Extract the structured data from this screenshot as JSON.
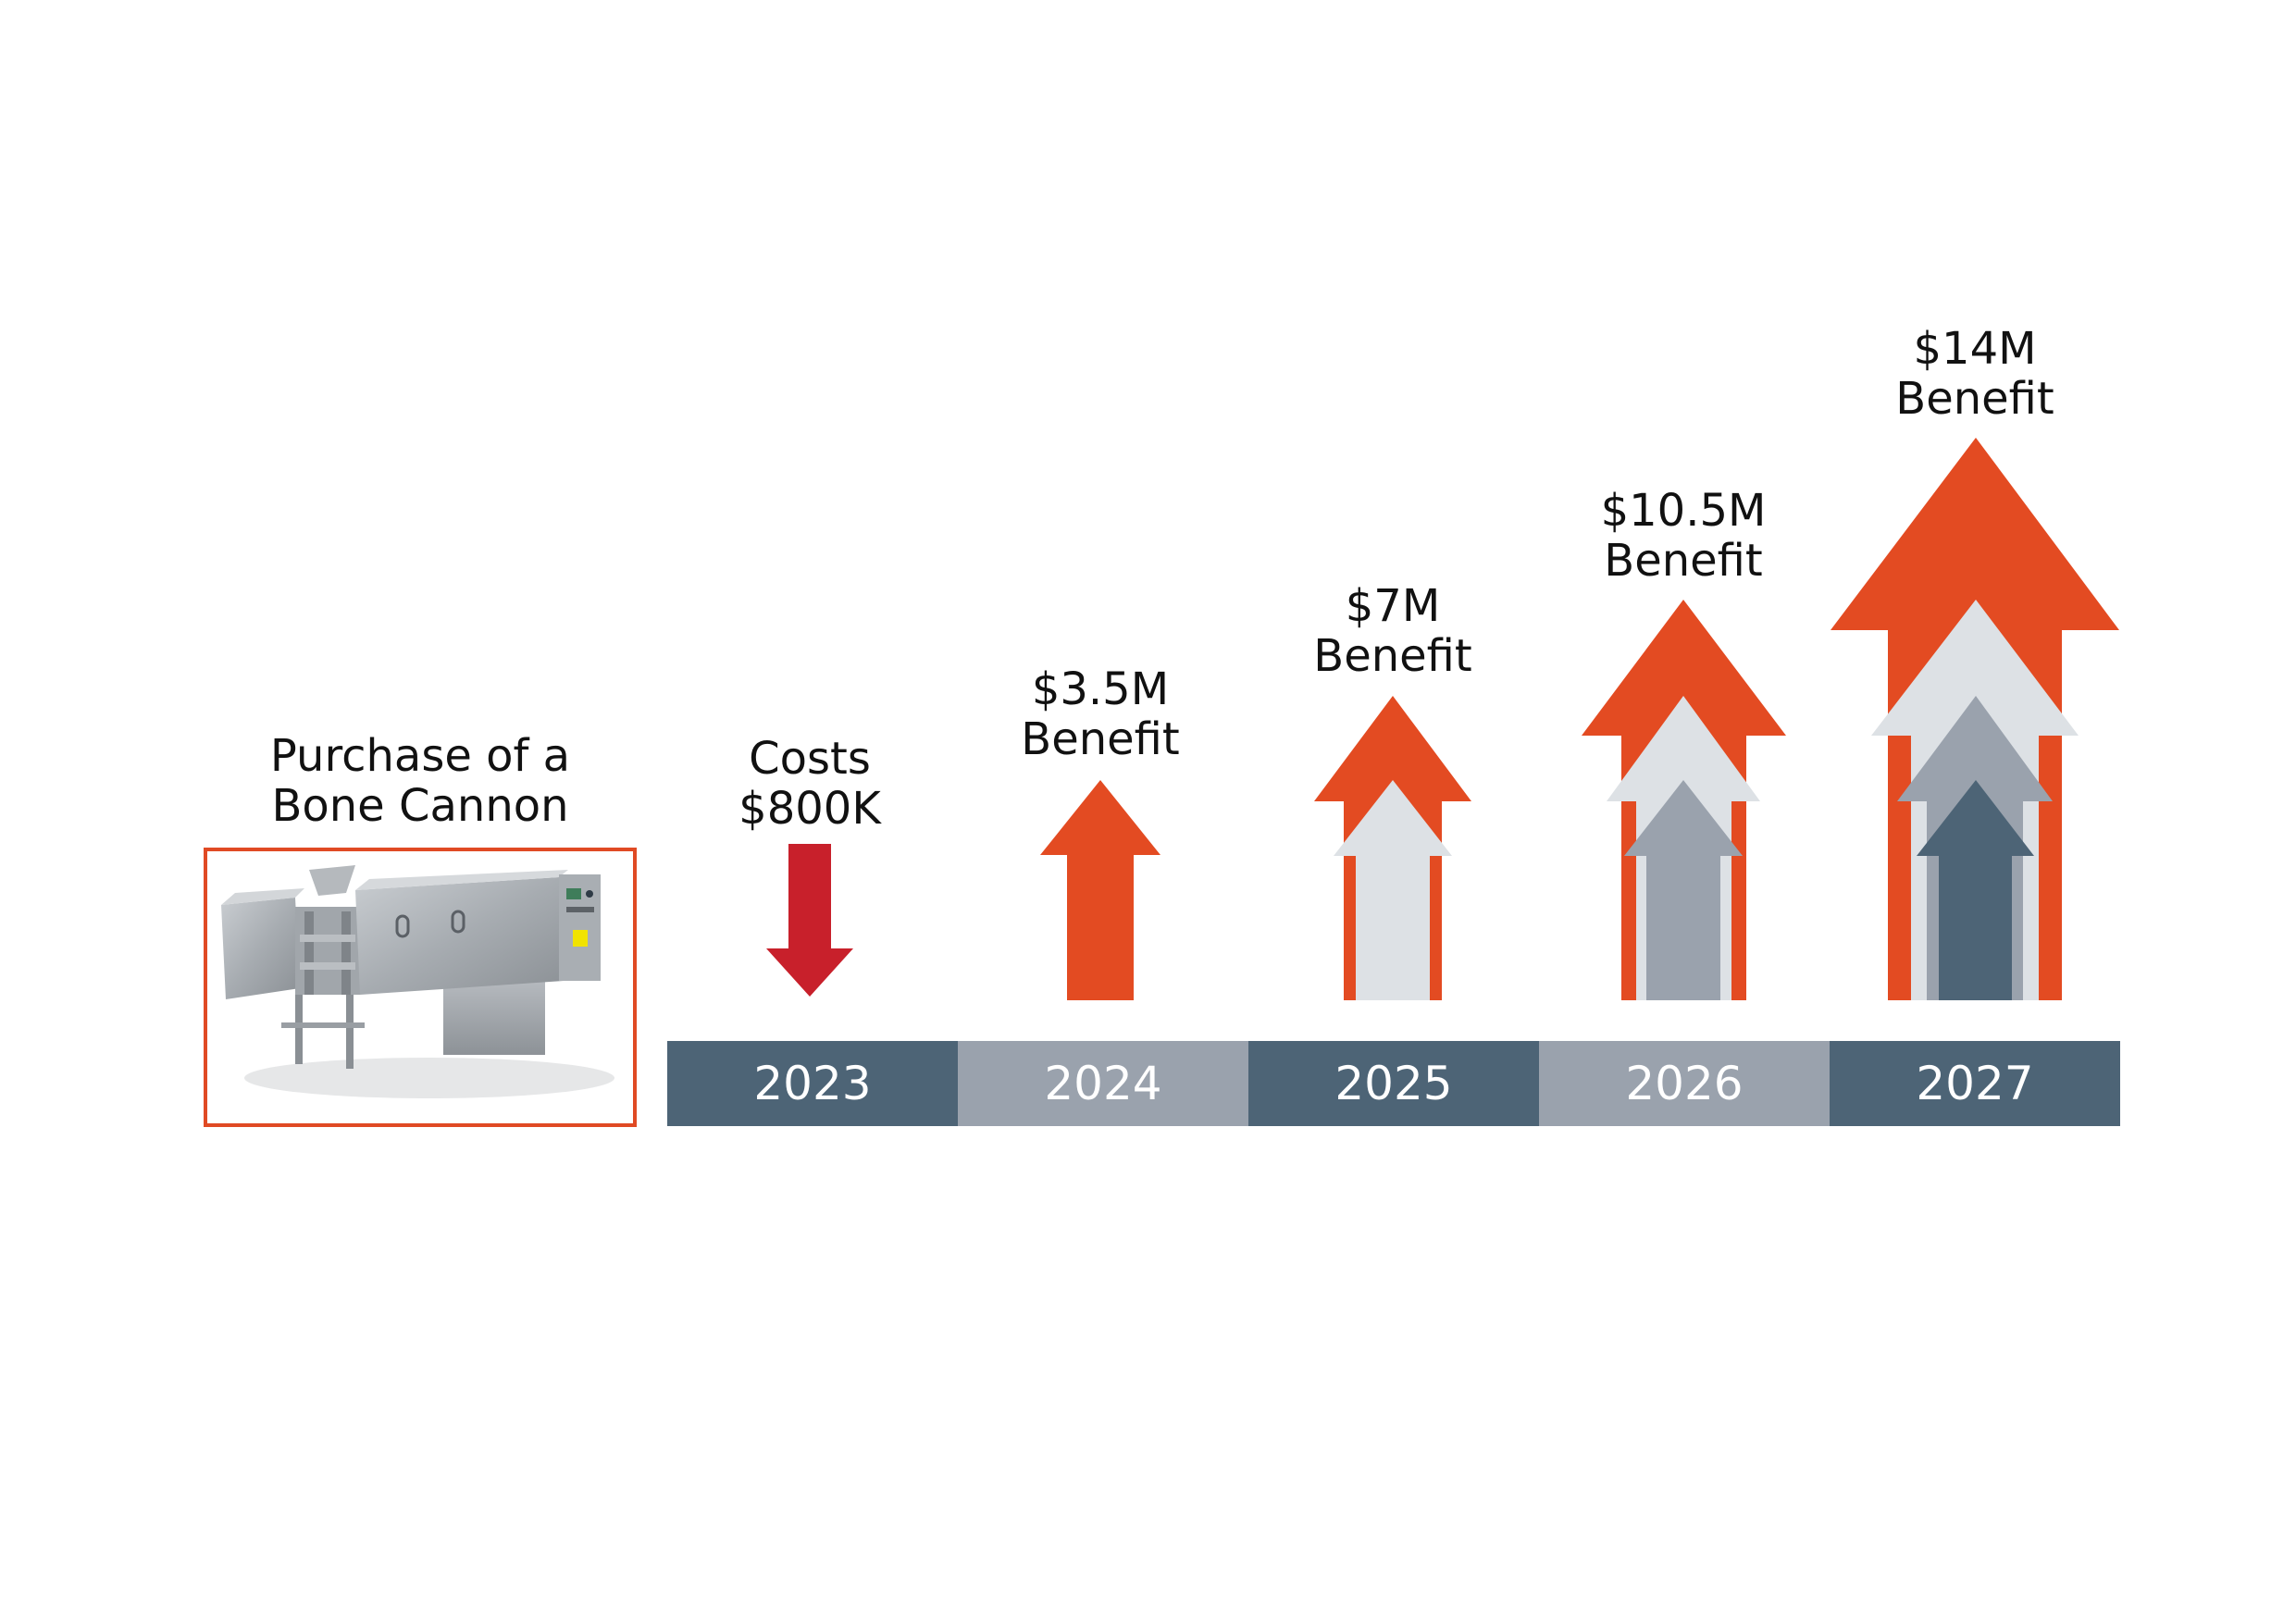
{
  "purchase": {
    "line1": "Purchase of a",
    "line2": "Bone Cannon"
  },
  "timeline": [
    {
      "year": "2023",
      "label_line1": "Costs",
      "label_line2": "$800K",
      "kind": "cost",
      "layers": 0
    },
    {
      "year": "2024",
      "label_line1": "$3.5M",
      "label_line2": "Benefit",
      "kind": "benefit",
      "layers": 1
    },
    {
      "year": "2025",
      "label_line1": "$7M",
      "label_line2": "Benefit",
      "kind": "benefit",
      "layers": 2
    },
    {
      "year": "2026",
      "label_line1": "$10.5M",
      "label_line2": "Benefit",
      "kind": "benefit",
      "layers": 3
    },
    {
      "year": "2027",
      "label_line1": "$14M",
      "label_line2": "Benefit",
      "kind": "benefit",
      "layers": 4
    }
  ],
  "colors": {
    "orange": "#e34b22",
    "red": "#c8202b",
    "light_gray": "#dde1e5",
    "mid_gray": "#9aa2ad",
    "dark_slate": "#4d6476",
    "box_border": "#e04a24"
  }
}
